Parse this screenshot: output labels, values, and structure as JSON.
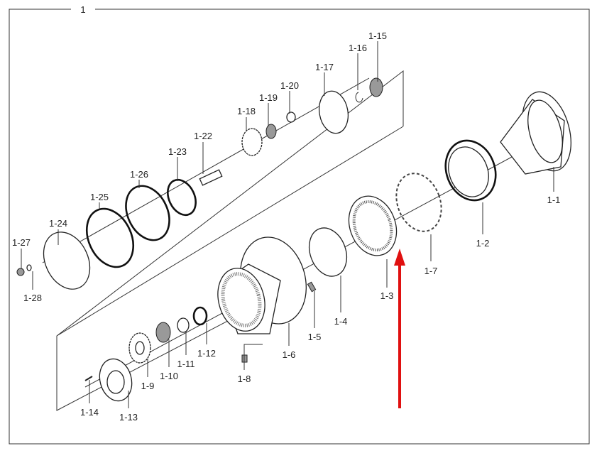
{
  "assembly_label": "1",
  "parts": {
    "p1": "1-1",
    "p2": "1-2",
    "p3": "1-3",
    "p4": "1-4",
    "p5": "1-5",
    "p6": "1-6",
    "p7": "1-7",
    "p8": "1-8",
    "p9": "1-9",
    "p10": "1-10",
    "p11": "1-11",
    "p12": "1-12",
    "p13": "1-13",
    "p14": "1-14",
    "p15": "1-15",
    "p16": "1-16",
    "p17": "1-17",
    "p18": "1-18",
    "p19": "1-19",
    "p20": "1-20",
    "p22": "1-22",
    "p23": "1-23",
    "p24": "1-24",
    "p25": "1-25",
    "p26": "1-26",
    "p27": "1-27",
    "p28": "1-28"
  },
  "highlight": {
    "target": "1-3",
    "color": "#e01010"
  }
}
